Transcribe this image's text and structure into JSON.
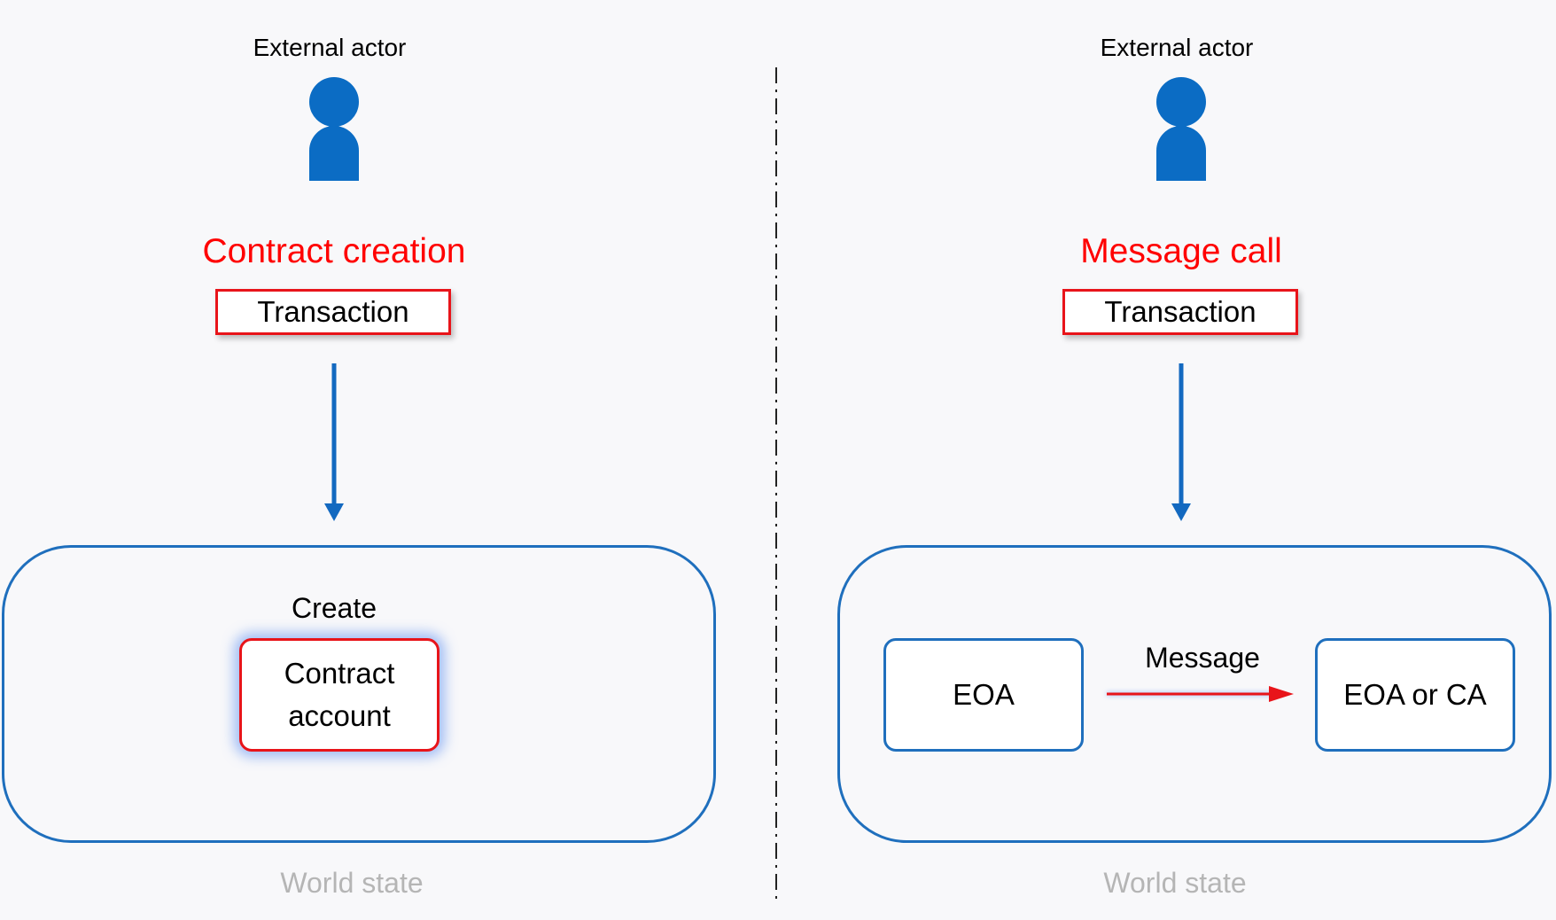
{
  "left": {
    "actor_label": "External actor",
    "title": "Contract creation",
    "transaction_label": "Transaction",
    "create_label": "Create",
    "contract_line1": "Contract",
    "contract_line2": "account",
    "world_state_label": "World state"
  },
  "right": {
    "actor_label": "External actor",
    "title": "Message call",
    "transaction_label": "Transaction",
    "sender_label": "EOA",
    "message_label": "Message",
    "receiver_label": "EOA or CA",
    "world_state_label": "World state"
  },
  "colors": {
    "actor_blue": "#0b6cc4",
    "title_red": "#ff0000",
    "box_border_red": "#e8141a",
    "world_state_border": "#1f6fbd",
    "world_state_text": "#b5b5b5"
  },
  "icons": {
    "actor": "person-icon"
  }
}
